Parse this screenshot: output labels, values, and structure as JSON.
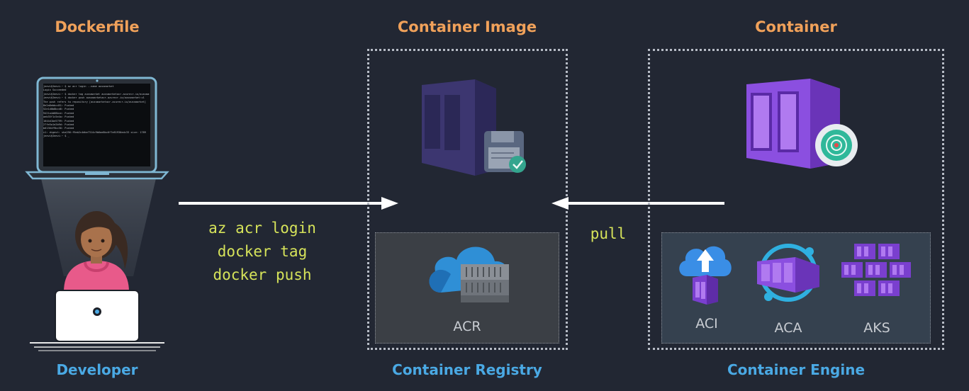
{
  "headings": {
    "dockerfile": "Dockerfile",
    "container_image": "Container Image",
    "container": "Container"
  },
  "footers": {
    "developer": "Developer",
    "container_registry": "Container Registry",
    "container_engine": "Container Engine"
  },
  "commands": [
    "az acr login",
    "docker tag",
    "docker push"
  ],
  "pull_label": "pull",
  "registry": {
    "label": "ACR"
  },
  "engines": [
    {
      "label": "ACI"
    },
    {
      "label": "ACA"
    },
    {
      "label": "AKS"
    }
  ],
  "terminal_lines": [
    "jeevi@Jeevi:~ $ az acr login --name aussmarket",
    "Login Succeeded",
    "jeevi@Jeevi:~ $ docker tag aussmarket aussmarketacr.azurecr.io/aussmarket:v1",
    "jeevi@Jeevi:~ $ docker push aussmarketacr.azurecr.io/aussmarket:v1",
    "The push refers to repository [aussmarketacr.azurecr.io/aussmarket]",
    "8e2a8ebbcd51: Pushed",
    "52e1d0b8bcd0: Pushed",
    "9421a4d68bce: Pushed",
    "aeb35f1c5e4a: Pushed",
    "1044d1be5799: Pushed",
    "27fe5a1e2b9d: Pushed",
    "b01304f9bc58: Pushed",
    "v1: digest: sha256:f9ab2c4dbe7314c9b6ae8bc6f7e81930edc33 size: 1789",
    "jeevi@Jeevi:~ $ _"
  ],
  "colors": {
    "background": "#222733",
    "heading_orange": "#f0a15a",
    "heading_blue": "#4aa9e4",
    "command_yellow": "#d6e35a",
    "arrow": "#ffffff"
  },
  "icons": {
    "laptop": "laptop-icon",
    "developer": "developer-person-icon",
    "container_image": "container-image-icon",
    "container": "container-icon",
    "acr": "acr-cloud-icon",
    "aci": "aci-icon",
    "aca": "aca-icon",
    "aks": "aks-icon"
  }
}
